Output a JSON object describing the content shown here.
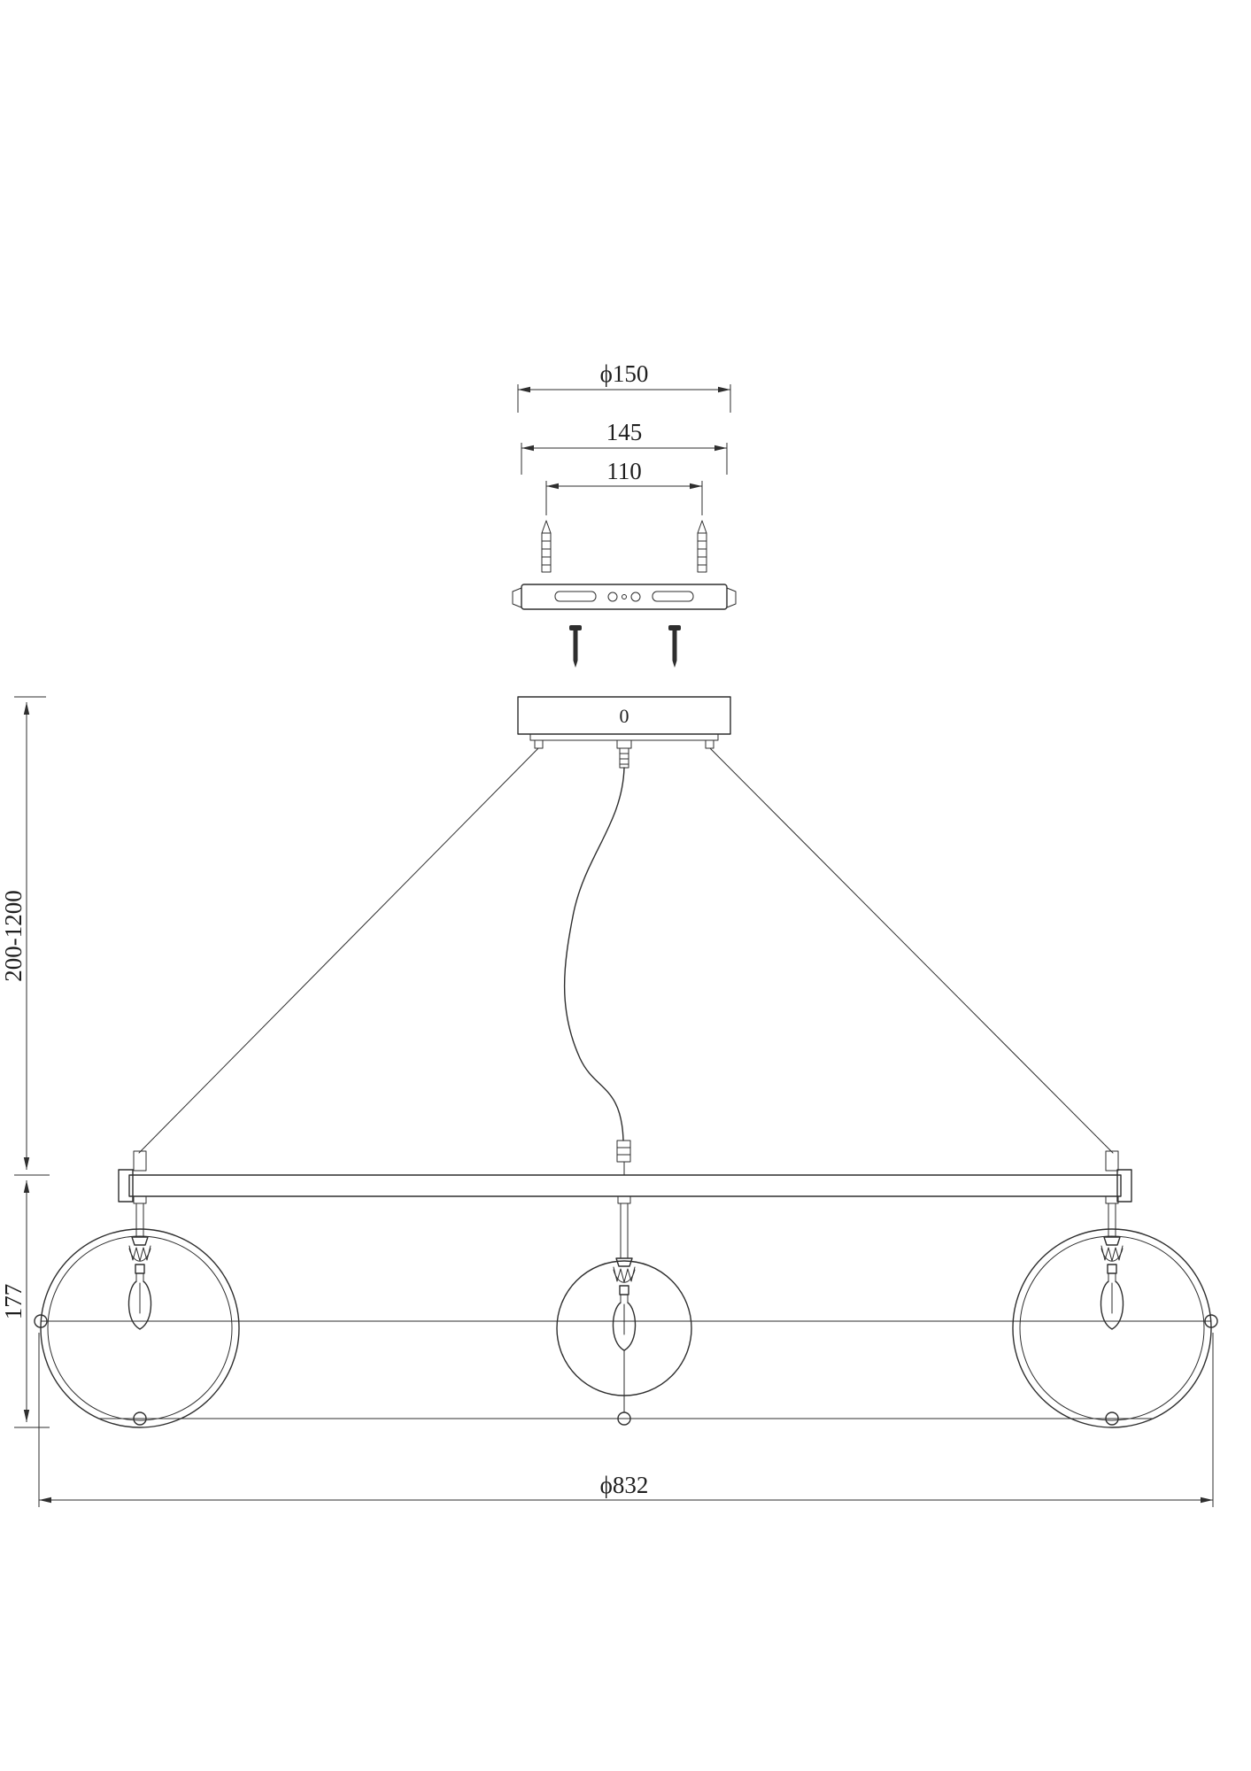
{
  "drawing": {
    "description": "Dimensional line drawing of a 3-light linear pendant chandelier with ceiling mounting hardware",
    "background": "#ffffff",
    "line_color": "#2e2e2e",
    "dimensions": {
      "canopy_diameter": "ϕ150",
      "bracket_length": "145",
      "hole_spacing": "110",
      "suspension_height": "200-1200",
      "body_height": "177",
      "overall_diameter": "ϕ832",
      "canopy_mark": "0"
    }
  }
}
